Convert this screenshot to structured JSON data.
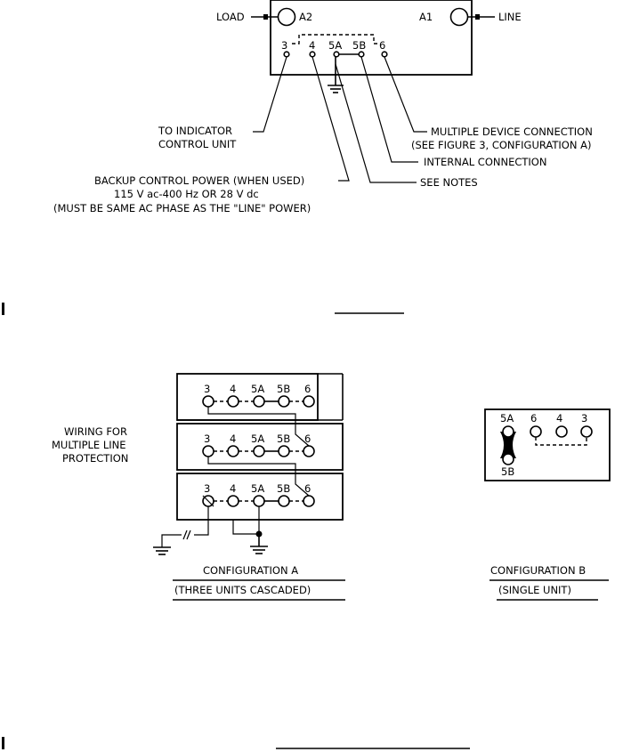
{
  "top_panel": {
    "load_label": "LOAD",
    "a2_label": "A2",
    "a1_label": "A1",
    "line_label": "LINE",
    "terminals": [
      "3",
      "4",
      "5A",
      "5B",
      "6"
    ]
  },
  "callouts": {
    "indicator_line1": "TO INDICATOR",
    "indicator_line2": "CONTROL UNIT",
    "multiple_line1": "MULTIPLE DEVICE CONNECTION",
    "multiple_line2": "(SEE FIGURE 3, CONFIGURATION A)",
    "internal": "INTERNAL CONNECTION",
    "backup_line1": "BACKUP CONTROL POWER (WHEN USED)",
    "backup_line2": "115 V ac-400 Hz OR 28 V dc",
    "backup_line3": "(MUST BE SAME AC PHASE AS THE \"LINE\" POWER)",
    "see_notes": "SEE NOTES"
  },
  "config_a": {
    "terminals": [
      "3",
      "4",
      "5A",
      "5B",
      "6"
    ],
    "wiring_line1": "WIRING FOR",
    "wiring_line2": "MULTIPLE LINE",
    "wiring_line3": "PROTECTION",
    "title": "CONFIGURATION A",
    "subtitle": "(THREE UNITS CASCADED)"
  },
  "config_b": {
    "terminals": [
      "5A",
      "6",
      "4",
      "3"
    ],
    "bottom_terminal": "5B",
    "title": "CONFIGURATION B",
    "subtitle": "(SINGLE UNIT)"
  }
}
